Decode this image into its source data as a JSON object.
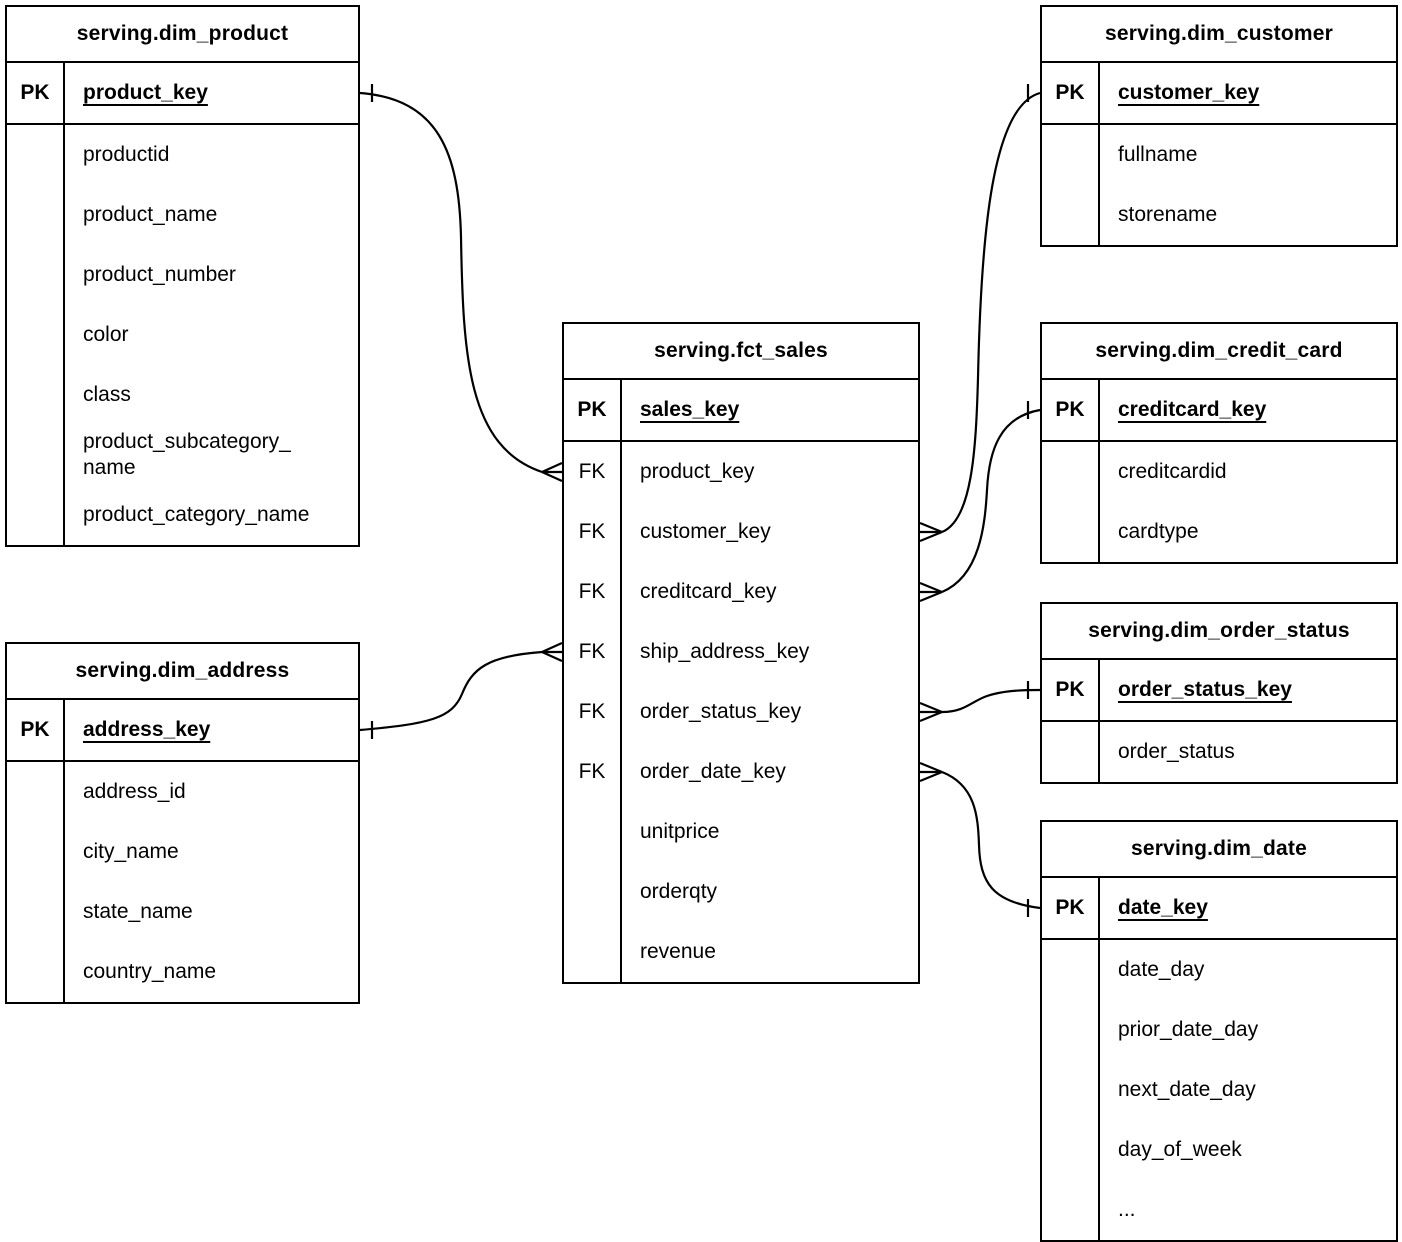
{
  "diagram": {
    "type": "entity-relationship",
    "background_color": "#ffffff",
    "line_color": "#000000",
    "tables": [
      {
        "id": "dim_product",
        "title": "serving.dim_product",
        "pk": {
          "key": "PK",
          "name": "product_key"
        },
        "fields": [
          {
            "key": "",
            "name": "productid"
          },
          {
            "key": "",
            "name": "product_name"
          },
          {
            "key": "",
            "name": "product_number"
          },
          {
            "key": "",
            "name": "color"
          },
          {
            "key": "",
            "name": "class"
          },
          {
            "key": "",
            "name": "product_subcategory_\nname"
          },
          {
            "key": "",
            "name": "product_category_name"
          }
        ]
      },
      {
        "id": "dim_address",
        "title": "serving.dim_address",
        "pk": {
          "key": "PK",
          "name": "address_key"
        },
        "fields": [
          {
            "key": "",
            "name": "address_id"
          },
          {
            "key": "",
            "name": "city_name"
          },
          {
            "key": "",
            "name": "state_name"
          },
          {
            "key": "",
            "name": "country_name"
          }
        ]
      },
      {
        "id": "fct_sales",
        "title": "serving.fct_sales",
        "pk": {
          "key": "PK",
          "name": "sales_key"
        },
        "fields": [
          {
            "key": "FK",
            "name": "product_key"
          },
          {
            "key": "FK",
            "name": "customer_key"
          },
          {
            "key": "FK",
            "name": "creditcard_key"
          },
          {
            "key": "FK",
            "name": "ship_address_key"
          },
          {
            "key": "FK",
            "name": "order_status_key"
          },
          {
            "key": "FK",
            "name": "order_date_key"
          },
          {
            "key": "",
            "name": "unitprice"
          },
          {
            "key": "",
            "name": "orderqty"
          },
          {
            "key": "",
            "name": "revenue"
          }
        ]
      },
      {
        "id": "dim_customer",
        "title": "serving.dim_customer",
        "pk": {
          "key": "PK",
          "name": "customer_key"
        },
        "fields": [
          {
            "key": "",
            "name": "fullname"
          },
          {
            "key": "",
            "name": "storename"
          }
        ]
      },
      {
        "id": "dim_credit_card",
        "title": "serving.dim_credit_card",
        "pk": {
          "key": "PK",
          "name": "creditcard_key"
        },
        "fields": [
          {
            "key": "",
            "name": "creditcardid"
          },
          {
            "key": "",
            "name": "cardtype"
          }
        ]
      },
      {
        "id": "dim_order_status",
        "title": "serving.dim_order_status",
        "pk": {
          "key": "PK",
          "name": "order_status_key"
        },
        "fields": [
          {
            "key": "",
            "name": "order_status"
          }
        ]
      },
      {
        "id": "dim_date",
        "title": "serving.dim_date",
        "pk": {
          "key": "PK",
          "name": "date_key"
        },
        "fields": [
          {
            "key": "",
            "name": "date_day"
          },
          {
            "key": "",
            "name": "prior_date_day"
          },
          {
            "key": "",
            "name": "next_date_day"
          },
          {
            "key": "",
            "name": "day_of_week"
          },
          {
            "key": "",
            "name": "..."
          }
        ]
      }
    ],
    "relationships": [
      {
        "from": "serving.fct_sales.product_key",
        "to": "serving.dim_product.product_key",
        "from_cardinality": "many",
        "to_cardinality": "one"
      },
      {
        "from": "serving.fct_sales.ship_address_key",
        "to": "serving.dim_address.address_key",
        "from_cardinality": "many",
        "to_cardinality": "one"
      },
      {
        "from": "serving.fct_sales.customer_key",
        "to": "serving.dim_customer.customer_key",
        "from_cardinality": "many",
        "to_cardinality": "one"
      },
      {
        "from": "serving.fct_sales.creditcard_key",
        "to": "serving.dim_credit_card.creditcard_key",
        "from_cardinality": "many",
        "to_cardinality": "one"
      },
      {
        "from": "serving.fct_sales.order_status_key",
        "to": "serving.dim_order_status.order_status_key",
        "from_cardinality": "many",
        "to_cardinality": "one"
      },
      {
        "from": "serving.fct_sales.order_date_key",
        "to": "serving.dim_date.date_key",
        "from_cardinality": "many",
        "to_cardinality": "one"
      }
    ]
  }
}
